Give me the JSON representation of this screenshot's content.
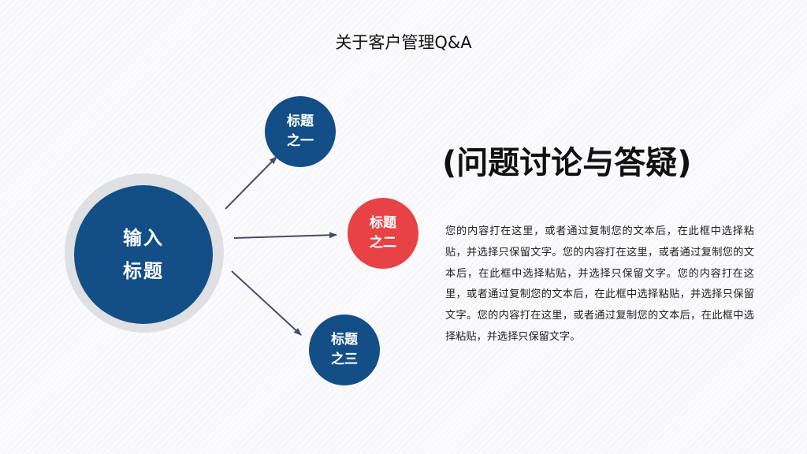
{
  "title": "关于客户管理Q&A",
  "center": {
    "line1": "输入",
    "line2": "标题"
  },
  "nodes": [
    {
      "line1": "标题",
      "line2": "之一",
      "color": "#134f86"
    },
    {
      "line1": "标题",
      "line2": "之二",
      "color": "#e74347"
    },
    {
      "line1": "标题",
      "line2": "之三",
      "color": "#134f86"
    }
  ],
  "heading": "(问题讨论与答疑)",
  "body": "您的内容打在这里，或者通过复制您的文本后，在此框中选择粘贴，并选择只保留文字。您的内容打在这里，或者通过复制您的文本后，在此框中选择粘贴，并选择只保留文字。您的内容打在这里，或者通过复制您的文本后，在此框中选择粘贴，并选择只保留文字。您的内容打在这里，或者通过复制您的文本后，在此框中选择粘贴，并选择只保留文字。",
  "colors": {
    "primary": "#134f86",
    "accent": "#e74347",
    "ring": "#dfe0e3",
    "arrow": "#4a4a6a"
  }
}
